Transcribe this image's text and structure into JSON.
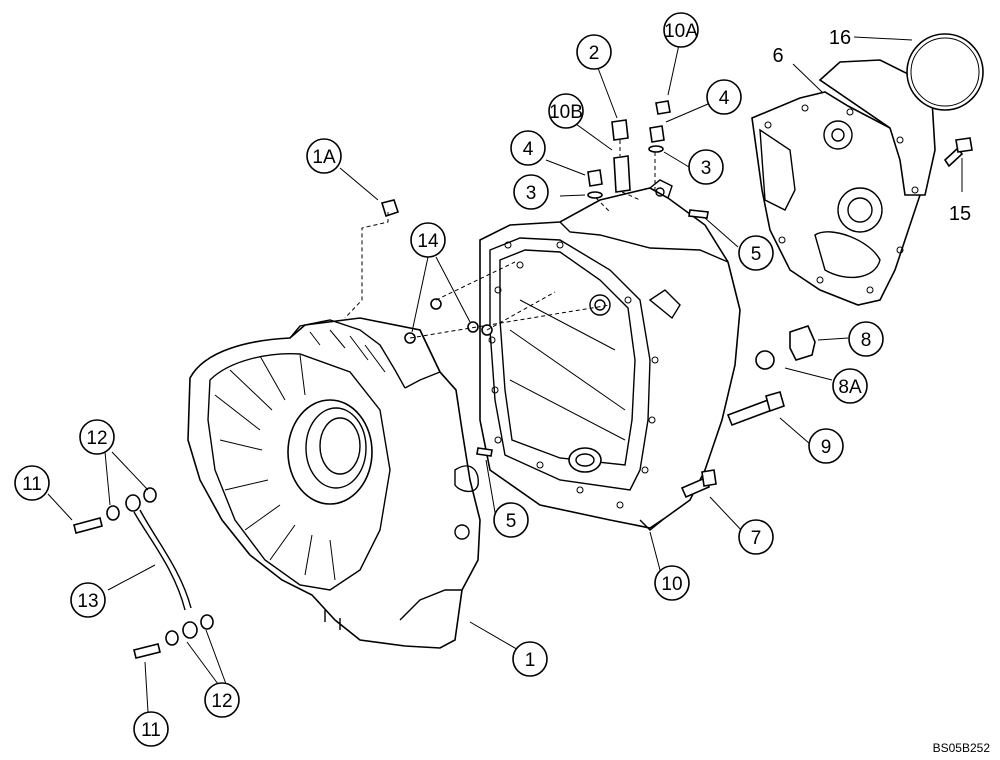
{
  "callouts": {
    "c1": "1",
    "c1a": "1A",
    "c2": "2",
    "c3a": "3",
    "c3b": "3",
    "c4a": "4",
    "c4b": "4",
    "c5a": "5",
    "c5b": "5",
    "c7": "7",
    "c8": "8",
    "c8a": "8A",
    "c9": "9",
    "c10": "10",
    "c10a": "10A",
    "c10b": "10B",
    "c11a": "11",
    "c11b": "11",
    "c12a": "12",
    "c12b": "12",
    "c13": "13",
    "c14": "14"
  },
  "plain_labels": {
    "l6": "6",
    "l15": "15",
    "l16": "16"
  },
  "drawing_code": "BS05B252"
}
